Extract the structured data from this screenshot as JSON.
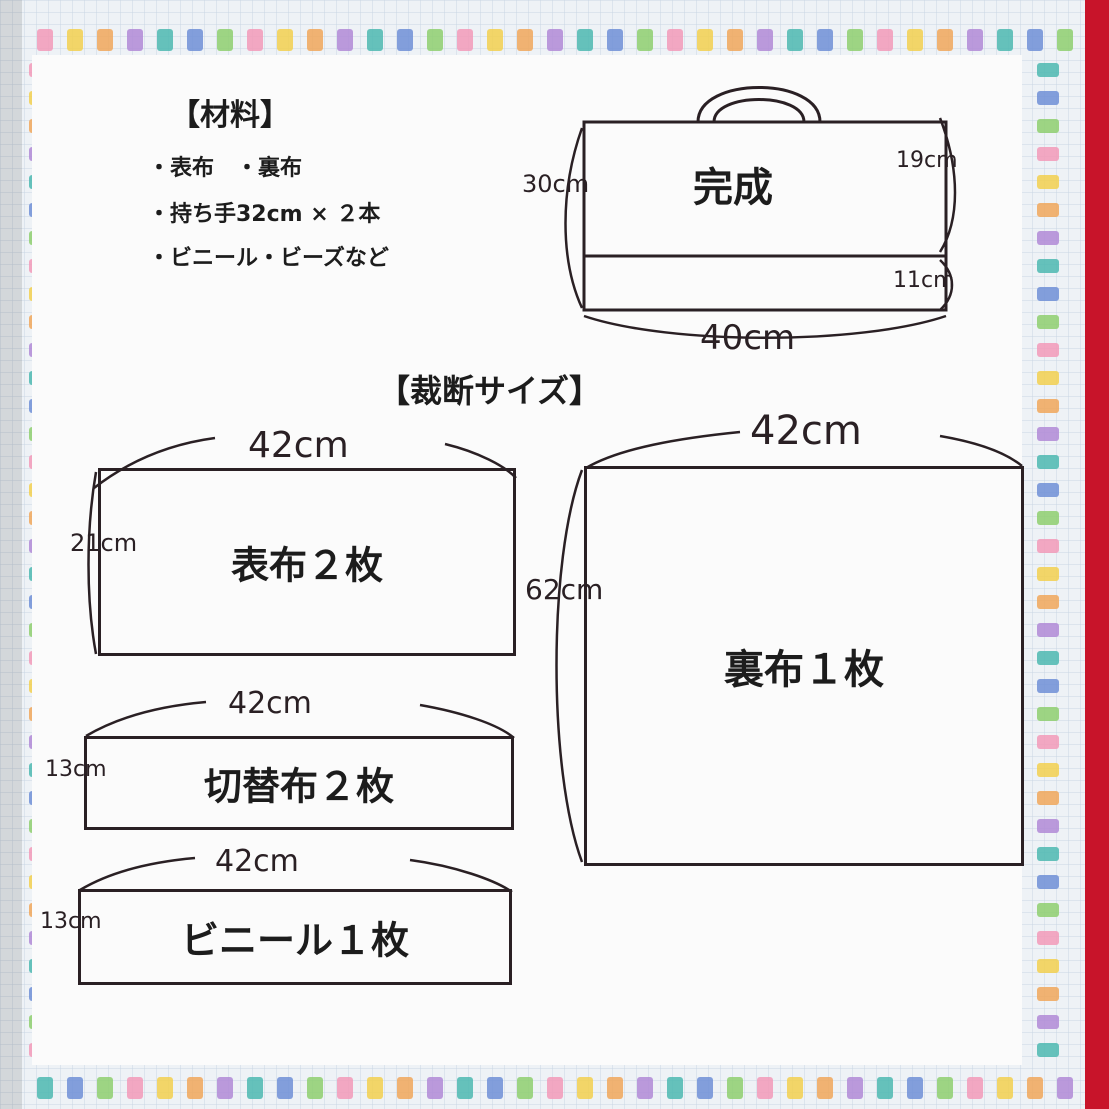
{
  "materials": {
    "heading": "【材料】",
    "line1": "・表布　・裏布",
    "line2": "・持ち手32cm × ２本",
    "line3": "・ビニール・ビーズなど"
  },
  "finished": {
    "label": "完成",
    "height": "30cm",
    "side_top": "19cm",
    "side_bottom": "11cm",
    "width": "40cm"
  },
  "cutting": {
    "heading": "【裁断サイズ】",
    "pieces": [
      {
        "label": "表布２枚",
        "width": "42cm",
        "height": "21cm"
      },
      {
        "label": "切替布２枚",
        "width": "42cm",
        "height": "13cm"
      },
      {
        "label": "ビニール１枚",
        "width": "42cm",
        "height": "13cm"
      },
      {
        "label": "裏布１枚",
        "width": "42cm",
        "height": "62cm"
      }
    ]
  },
  "colors": {
    "ink": "#2a2024",
    "paper": "#fbfbfb",
    "grid_background": "#eef2f6",
    "tape_pink": "#f29ab8",
    "tape_teal": "#4cb9b0",
    "tape_yellow": "#f2d04f",
    "tape_blue": "#6e8fd6",
    "tape_orange": "#f0a75a",
    "tape_green": "#8ecf6e",
    "tape_purple": "#b08ad6"
  }
}
